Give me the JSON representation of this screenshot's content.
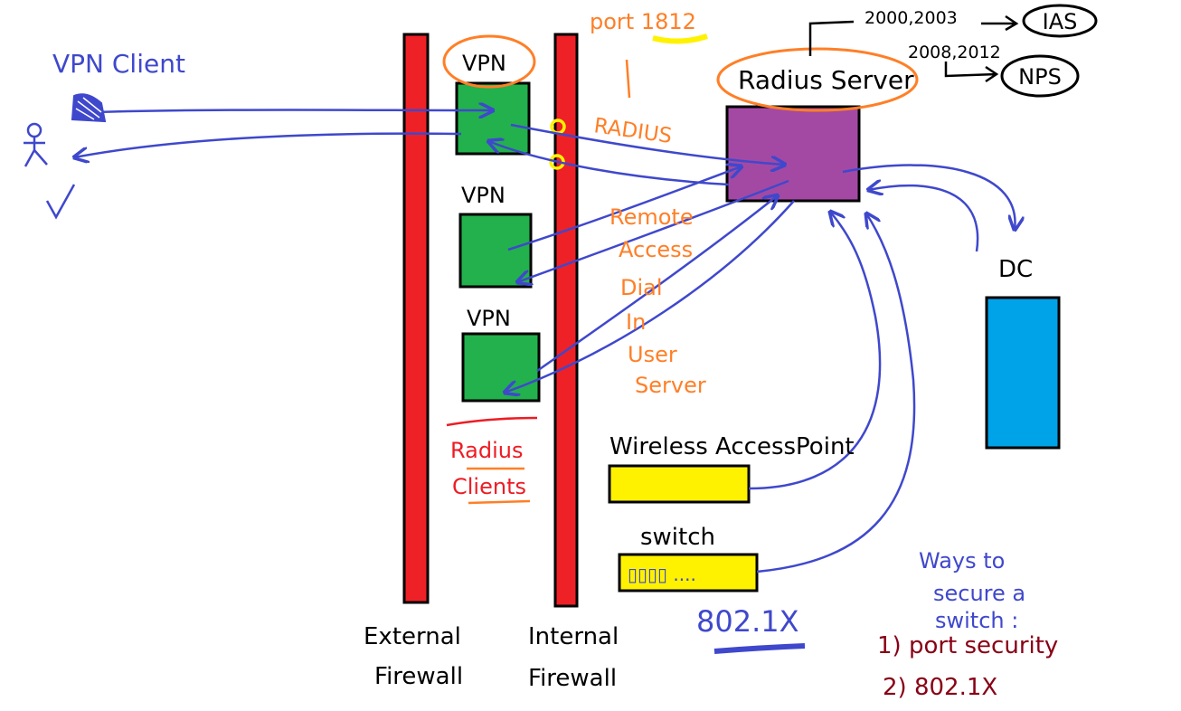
{
  "labels": {
    "vpn_client": "VPN Client",
    "vpn1": "VPN",
    "vpn2": "VPN",
    "vpn3": "VPN",
    "port": "port 1812",
    "radius": "RADIUS",
    "radius_server": "Radius Server",
    "ver_old": "2000,2003",
    "ver_new": "2008,2012",
    "ias": "IAS",
    "nps": "NPS",
    "radius_acronym_lines": [
      "Remote",
      "Access",
      "Dial",
      "In",
      "User",
      "Server"
    ],
    "dc": "DC",
    "radius_clients_lines": [
      "Radius",
      "Clients"
    ],
    "wireless_ap": "Wireless AccessPoint",
    "switch": "switch",
    "switch_ports": "▯▯▯▯ ....",
    "dot1x": "802.1X",
    "ext_fw_lines": [
      "External",
      "Firewall"
    ],
    "int_fw_lines": [
      "Internal",
      "Firewall"
    ],
    "ways_lines": [
      "Ways to",
      "secure a",
      "switch :"
    ],
    "way1": "1) port security",
    "way2": "2) 802.1X"
  },
  "colors": {
    "firewall": "#ee2127",
    "vpn_box": "#22b14c",
    "radius_box": "#a349a4",
    "dc_box": "#00a2e8",
    "device_box": "#fff200",
    "arrow": "#3f48cc",
    "orange": "#ff7f27",
    "red_text": "#ed1c24",
    "dark_red": "#880015",
    "yellow_highlight": "#fff200",
    "ink": "#000000"
  },
  "icons": [
    "person-icon",
    "vpn-client-device-icon",
    "checkmark-icon",
    "radius-port-marker-icon"
  ]
}
